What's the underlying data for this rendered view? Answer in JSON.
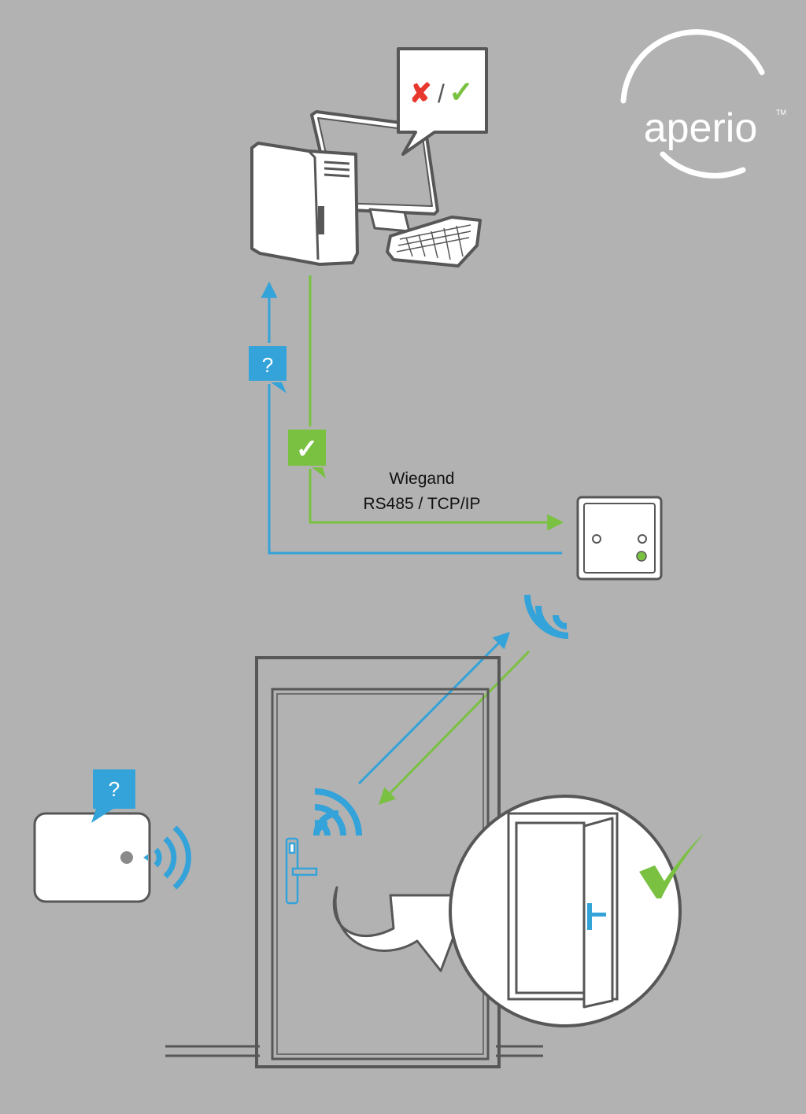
{
  "logo": {
    "wordmark": "aperio",
    "trademark": "TM"
  },
  "server_bubble": {
    "deny_mark": "✘",
    "separator": "/",
    "grant_mark": "✓"
  },
  "request_bubble": {
    "text": "?"
  },
  "response_bubble": {
    "text": "✓"
  },
  "card_bubble": {
    "text": "?"
  },
  "protocol_label": {
    "line1": "Wiegand",
    "line2": "RS485 / TCP/IP"
  },
  "colors": {
    "background": "#b2b2b2",
    "outline": "#575757",
    "request_blue": "#33a3d9",
    "grant_green": "#7ac142",
    "deny_red": "#e8372c",
    "white": "#ffffff"
  }
}
